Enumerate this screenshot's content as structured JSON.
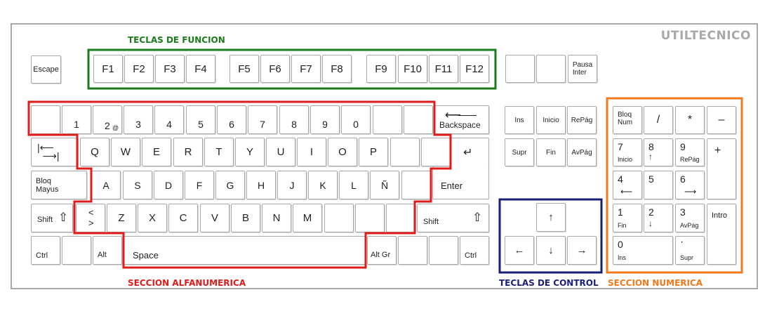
{
  "brand": "UTILTECNICO",
  "colors": {
    "funcion": "#1b7a1b",
    "alfanumerica": "#e01b1b",
    "control": "#1a1f7a",
    "numerica": "#ee7a1d"
  },
  "labels": {
    "funcion": "TECLAS DE FUNCION",
    "alfanumerica": "SECCION ALFANUMERICA",
    "control": "TECLAS DE CONTROL",
    "numerica": "SECCION NUMERICA"
  },
  "keys": {
    "escape": "Escape",
    "f1": "F1",
    "f2": "F2",
    "f3": "F3",
    "f4": "F4",
    "f5": "F5",
    "f6": "F6",
    "f7": "F7",
    "f8": "F8",
    "f9": "F9",
    "f10": "F10",
    "f11": "F11",
    "f12": "F12",
    "pausa": "Pausa\nInter",
    "n1": "1",
    "n2": "2",
    "at": "@",
    "n3": "3",
    "n4": "4",
    "n5": "5",
    "n6": "6",
    "n7": "7",
    "n8": "8",
    "n9": "9",
    "n0": "0",
    "backspace": "Backspace",
    "q": "Q",
    "w": "W",
    "e": "E",
    "r": "R",
    "t": "T",
    "y": "Y",
    "u": "U",
    "i": "I",
    "o": "O",
    "p": "P",
    "bloqmayus": "Bloq\nMayus",
    "a": "A",
    "s": "S",
    "d": "D",
    "f": "F",
    "g": "G",
    "h": "H",
    "j": "J",
    "k": "K",
    "l": "L",
    "ntilde": "Ñ",
    "enter": "Enter",
    "shift": "Shift",
    "lt": "<",
    "gt": ">",
    "z": "Z",
    "x": "X",
    "c": "C",
    "v": "V",
    "b": "B",
    "n": "N",
    "m": "M",
    "ctrl": "Ctrl",
    "alt": "Alt",
    "space": "Space",
    "altgr": "Alt Gr",
    "ins": "Ins",
    "inicio": "Inicio",
    "repag": "RePág",
    "supr": "Supr",
    "fin": "Fin",
    "avpag": "AvPág",
    "bloqnum": "Bloq\nNum",
    "slash": "/",
    "star": "*",
    "minus": "–",
    "plus": "+",
    "intro": "Intro",
    "dot": "·"
  }
}
